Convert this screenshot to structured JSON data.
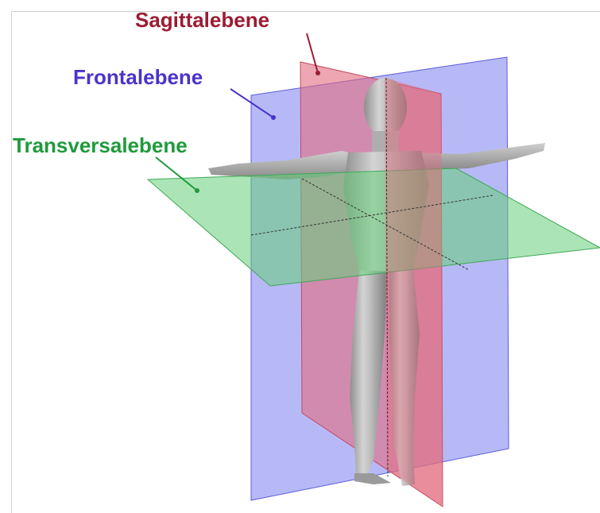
{
  "labels": {
    "sagittal": "Sagittalebene",
    "frontal": "Frontalebene",
    "transversal": "Transversalebene"
  },
  "colors": {
    "sagittal": "#9b1c33",
    "frontal": "#4a34c9",
    "transversal": "#1f9a3c",
    "sagittal_fill": "#e26d7f",
    "frontal_fill": "#7c7ff0",
    "transversal_fill": "#66d07a"
  }
}
